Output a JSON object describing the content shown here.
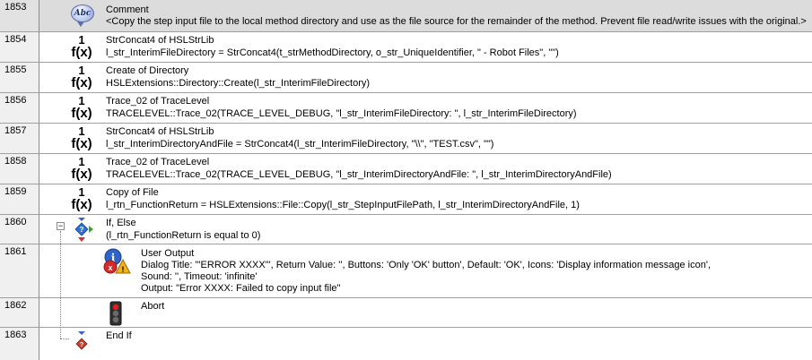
{
  "steps": [
    {
      "num": "1853",
      "title": "Comment",
      "line1": "<Copy the step input file to the local method directory and use as the file source for the remainder of the method. Prevent file read/write issues with the original.>",
      "icon": "comment-icon",
      "icon_text": "Abc"
    },
    {
      "num": "1854",
      "title": "StrConcat4 of HSLStrLib",
      "line1": "l_str_InterimFileDirectory = StrConcat4(t_strMethodDirectory, o_str_UniqueIdentifier, \" - Robot Files\", \"\")",
      "icon": "function-icon",
      "fx_one": "1",
      "fx_f": "f(x)"
    },
    {
      "num": "1855",
      "title": "Create of Directory",
      "line1": "HSLExtensions::Directory::Create(l_str_InterimFileDirectory)",
      "icon": "function-icon",
      "fx_one": "1",
      "fx_f": "f(x)"
    },
    {
      "num": "1856",
      "title": "Trace_02 of TraceLevel",
      "line1": "TRACELEVEL::Trace_02(TRACE_LEVEL_DEBUG, \"l_str_InterimFileDirectory: \", l_str_InterimFileDirectory)",
      "icon": "function-icon",
      "fx_one": "1",
      "fx_f": "f(x)"
    },
    {
      "num": "1857",
      "title": "StrConcat4 of HSLStrLib",
      "line1": "l_str_InterimDirectoryAndFile = StrConcat4(l_str_InterimFileDirectory, \"\\\\\", \"TEST.csv\", \"\")",
      "icon": "function-icon",
      "fx_one": "1",
      "fx_f": "f(x)"
    },
    {
      "num": "1858",
      "title": "Trace_02 of TraceLevel",
      "line1": "TRACELEVEL::Trace_02(TRACE_LEVEL_DEBUG, \"l_str_InterimDirectoryAndFile: \", l_str_InterimDirectoryAndFile)",
      "icon": "function-icon",
      "fx_one": "1",
      "fx_f": "f(x)"
    },
    {
      "num": "1859",
      "title": "Copy of File",
      "line1": "l_rtn_FunctionReturn = HSLExtensions::File::Copy(l_str_StepInputFilePath, l_str_InterimDirectoryAndFile, 1)",
      "icon": "function-icon",
      "fx_one": "1",
      "fx_f": "f(x)"
    },
    {
      "num": "1860",
      "title": "If, Else",
      "line1": "(l_rtn_FunctionReturn is equal to 0)",
      "icon": "if-else-icon",
      "collapse": "−"
    },
    {
      "num": "1861",
      "title": "User Output",
      "line1": "Dialog Title: '\"ERROR XXXX\"',  Return Value: '',  Buttons: 'Only 'OK' button',  Default: 'OK',  Icons: 'Display information message icon',",
      "line2": "Sound: '',  Timeout: 'infinite'",
      "line3": "Output: \"Error XXXX: Failed to copy input file\"",
      "icon": "user-output-icon"
    },
    {
      "num": "1862",
      "title": "Abort",
      "icon": "abort-traffic-light-icon"
    },
    {
      "num": "1863",
      "title": "End If",
      "icon": "end-if-icon"
    }
  ],
  "colors": {
    "grid_line": "#a0a0a0",
    "selected_row": "#dcdcdc",
    "gutter": "#f0f0f0"
  }
}
